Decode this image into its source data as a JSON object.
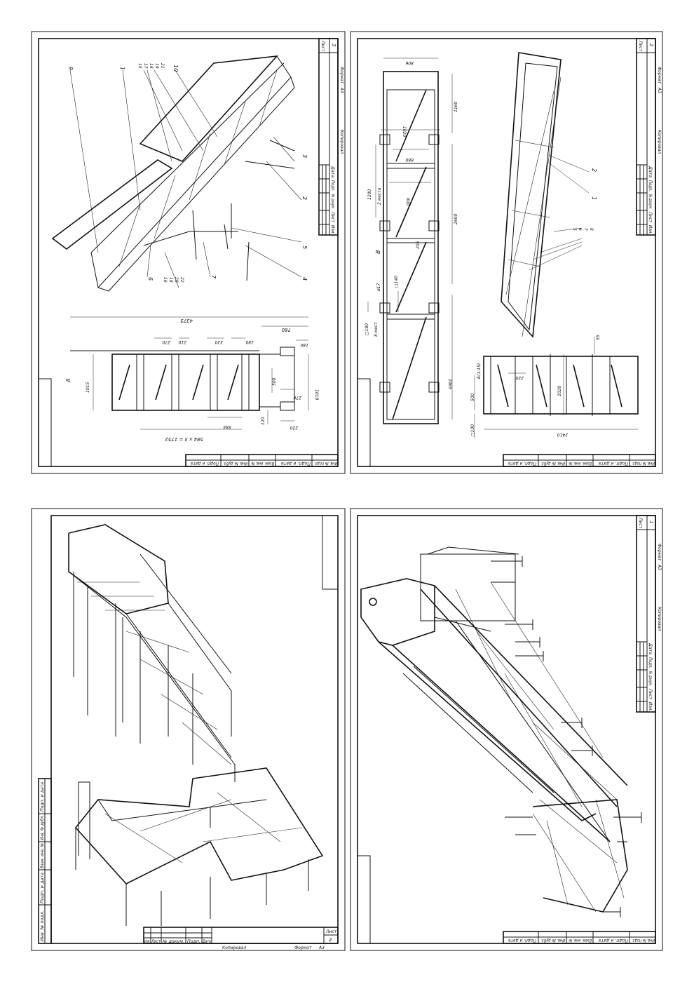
{
  "stamp": {
    "sheet": "Лист",
    "copied": "Копировал",
    "format": "Формат",
    "format_val": "А3",
    "izm": "Изм.",
    "list": "Лист",
    "doc": "№ докум.",
    "sign": "Подп.",
    "date": "Дата",
    "side": [
      "Подп. и дата",
      "Инв. № дубл.",
      "Взам. инв. №",
      "Подп. и дата",
      "Инв. № подл."
    ]
  },
  "sheets": [
    {
      "sheet_no": "3",
      "callouts": [
        "9",
        "1",
        "15",
        "17",
        "18",
        "19",
        "21",
        "10",
        "3",
        "2",
        "5",
        "4",
        "7",
        "6",
        "16",
        "18",
        "20",
        "22"
      ],
      "dims": [
        "4375",
        "760",
        "180",
        "1018",
        "1015",
        "270",
        "210",
        "320",
        "180",
        "500",
        "270",
        "220",
        "120",
        "584",
        "584 x 3 = 1752",
        "A"
      ]
    },
    {
      "sheet_no": "2",
      "callouts": [
        "2",
        "1",
        "5",
        "6",
        "7",
        "8"
      ],
      "dims": [
        "806",
        "1160",
        "1020",
        "660",
        "1200",
        "2 места",
        "800",
        "2600",
        "205",
        "В",
        "ø17",
        "□140",
        "□180",
        "8 мест",
        "1965",
        "Б(1:15)",
        "500",
        "□100",
        "220",
        "1020",
        "2410",
        "55"
      ]
    },
    {
      "sheet_no": "2"
    },
    {
      "sheet_no": "1"
    }
  ]
}
